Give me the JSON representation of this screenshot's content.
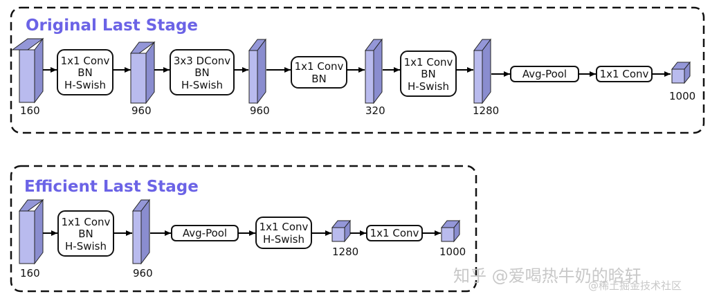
{
  "colors": {
    "title": "#6b63e6",
    "tensor_front": "#b9bbee",
    "tensor_top": "#9497d8",
    "tensor_side": "#8a8dcf"
  },
  "top_section": {
    "title": "Original Last Stage",
    "labels": {
      "t1": "160",
      "t2": "960",
      "t3": "960",
      "t4": "320",
      "t5": "1280",
      "t6": "1000"
    },
    "ops": {
      "op1": [
        "1x1 Conv",
        "BN",
        "H-Swish"
      ],
      "op2": [
        "3x3 DConv",
        "BN",
        "H-Swish"
      ],
      "op3": [
        "1x1 Conv",
        "BN"
      ],
      "op4": [
        "1x1 Conv",
        "BN",
        "H-Swish"
      ],
      "op5": [
        "Avg-Pool"
      ],
      "op6": [
        "1x1 Conv"
      ]
    }
  },
  "bottom_section": {
    "title": "Efficient Last Stage",
    "labels": {
      "t1": "160",
      "t2": "960",
      "t3": "1280",
      "t4": "1000"
    },
    "ops": {
      "op1": [
        "1x1 Conv",
        "BN",
        "H-Swish"
      ],
      "op2": [
        "Avg-Pool"
      ],
      "op3": [
        "1x1 Conv",
        "H-Swish"
      ],
      "op4": [
        "1x1 Conv"
      ]
    }
  },
  "watermark": {
    "line1": "知乎 @爱喝热牛奶的晗轩",
    "line2": "@稀土掘金技术社区"
  }
}
